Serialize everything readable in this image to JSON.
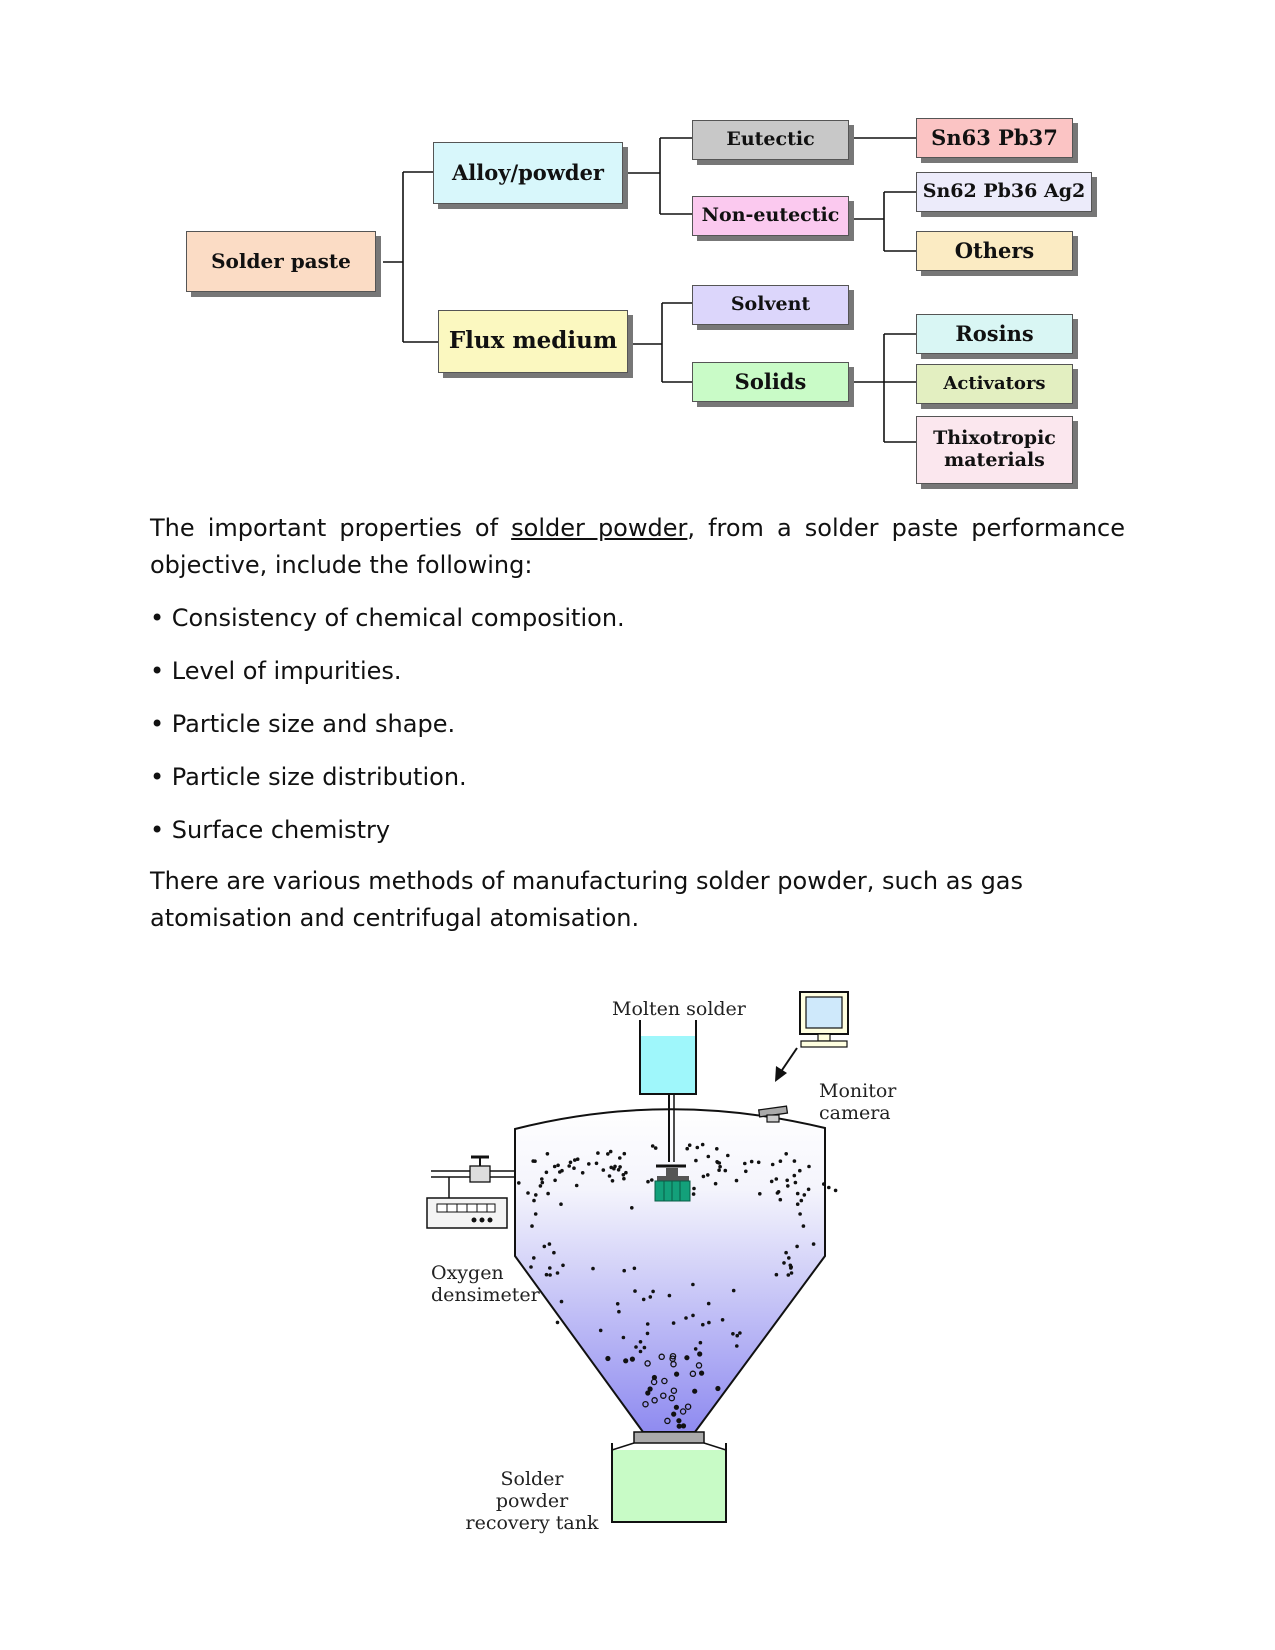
{
  "tree": {
    "root": "Solder paste",
    "alloy": "Alloy/powder",
    "flux": "Flux medium",
    "eutectic": "Eutectic",
    "non_eutectic": "Non-eutectic",
    "solvent": "Solvent",
    "solids": "Solids",
    "sn63": "Sn63 Pb37",
    "sn62": "Sn62 Pb36 Ag2",
    "others": "Others",
    "rosins": "Rosins",
    "activators": "Activators",
    "thixotropic": "Thixotropic materials"
  },
  "intro": {
    "before": "The important properties of ",
    "keyword": "solder powder",
    "after": ", from a solder paste performance objective, include the following:"
  },
  "bullets": [
    "• Consistency of chemical composition.",
    "• Level of impurities.",
    "• Particle size and shape.",
    "• Particle size distribution.",
    "• Surface chemistry"
  ],
  "methods": "There are various methods of manufacturing solder powder, such as gas atomisation and centrifugal atomisation.",
  "atomiser": {
    "molten_solder": "Molten solder",
    "monitor_line1": "Monitor",
    "monitor_line2": "camera",
    "oxygen_line1": "Oxygen",
    "oxygen_line2": "densimeter",
    "tank_line1": "Solder powder",
    "tank_line2": "recovery tank"
  },
  "colors": {
    "root": "#fbdcc5",
    "alloy": "#d8f7fb",
    "flux": "#fbf8c0",
    "eutectic": "#c8c8c8",
    "non_eutectic": "#fbc9ef",
    "solvent": "#dcd6fb",
    "solids": "#c9fbc7",
    "sn63": "#fbc4c4",
    "sn62": "#ecebfa",
    "others": "#fbebc3",
    "rosins": "#d9f6f4",
    "activators": "#e3efc1",
    "thixotropic": "#fbe7ee",
    "molten": "#9ff7fb",
    "tank": "#c8fbc6",
    "nozzle": "#13a07a"
  }
}
